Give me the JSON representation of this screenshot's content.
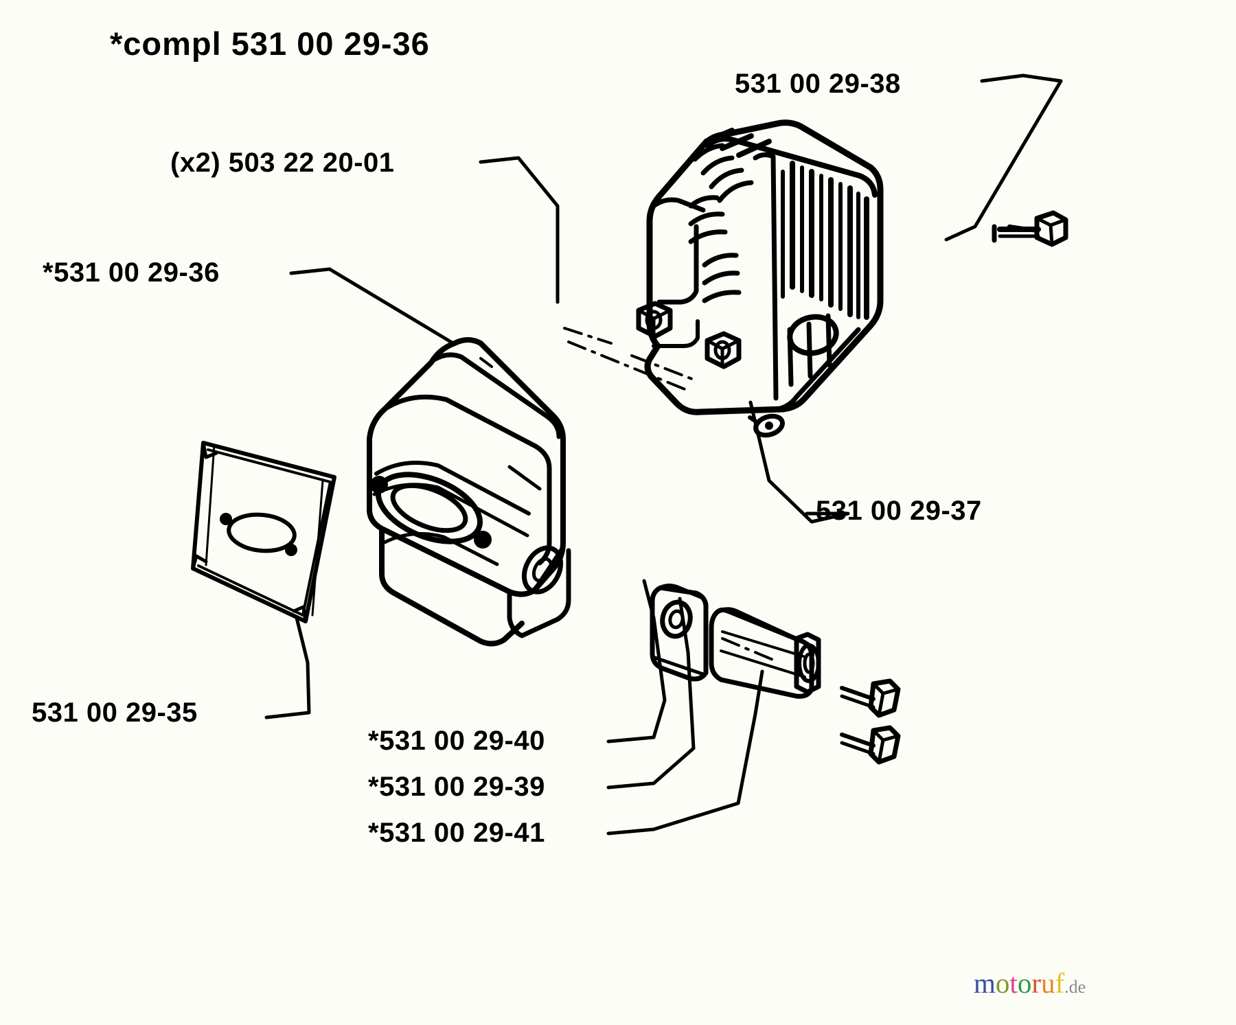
{
  "document": {
    "kind": "parts-exploded-diagram",
    "title": "*compl 531 00 29-36",
    "background_color": "#fdfdf8",
    "line_color": "#000000"
  },
  "labels": {
    "title": "*compl 531 00 29-36",
    "muffler_cover": "531 00 29-38",
    "nuts": "(x2) 503 22 20-01",
    "muffler_body": "*531 00 29-36",
    "cover_plate": "531 00 29-37",
    "heat_shield": "531 00 29-35",
    "outlet_tube": "*531 00 29-40",
    "spark_bracket": "*531 00 29-39",
    "screws": "*531 00 29-41"
  },
  "parts": [
    {
      "id": "p1",
      "number": "*compl 531 00 29-36",
      "name": "muffler-assembly-complete",
      "starred": true,
      "quantity": 1
    },
    {
      "id": "p2",
      "number": "531 00 29-38",
      "name": "muffler-cover",
      "starred": false,
      "quantity": 1
    },
    {
      "id": "p3",
      "number": "503 22 20-01",
      "name": "nut",
      "starred": false,
      "quantity": 2,
      "qty_prefix": "(x2)"
    },
    {
      "id": "p4",
      "number": "*531 00 29-36",
      "name": "muffler-body",
      "starred": true,
      "quantity": 1
    },
    {
      "id": "p5",
      "number": "531 00 29-37",
      "name": "cover-plate",
      "starred": false,
      "quantity": 1
    },
    {
      "id": "p6",
      "number": "531 00 29-35",
      "name": "heat-shield-gasket",
      "starred": false,
      "quantity": 1
    },
    {
      "id": "p7",
      "number": "*531 00 29-40",
      "name": "outlet-tube",
      "starred": true,
      "quantity": 1
    },
    {
      "id": "p8",
      "number": "*531 00 29-39",
      "name": "spark-arrestor-bracket",
      "starred": true,
      "quantity": 1
    },
    {
      "id": "p9",
      "number": "*531 00 29-41",
      "name": "screw",
      "starred": true,
      "quantity": 2
    }
  ],
  "watermark": {
    "letters": [
      {
        "char": "m",
        "color": "#3b4fa0"
      },
      {
        "char": "o",
        "color": "#7e9a2b"
      },
      {
        "char": "t",
        "color": "#d8458c"
      },
      {
        "char": "o",
        "color": "#2f9a4e"
      },
      {
        "char": "r",
        "color": "#d94f2a"
      },
      {
        "char": "u",
        "color": "#e8871e"
      },
      {
        "char": "f",
        "color": "#e8c01e"
      }
    ],
    "suffix": ".de",
    "suffix_color": "#8a8a8a",
    "text": "motoruf.de"
  }
}
